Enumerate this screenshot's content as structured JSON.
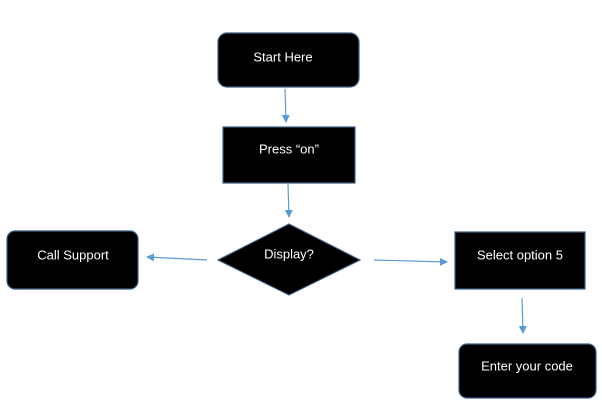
{
  "nodes": {
    "start": {
      "label": "Start Here"
    },
    "press_on": {
      "label": "Press “on”"
    },
    "display": {
      "label": "Display?"
    },
    "call_support": {
      "label": "Call Support"
    },
    "select_option": {
      "label": "Select option 5"
    },
    "enter_code": {
      "label": "Enter your code"
    }
  },
  "colors": {
    "node_fill": "#000000",
    "node_border": "#3c5f86",
    "node_text": "#ffffff",
    "connector": "#5b9bd5"
  }
}
